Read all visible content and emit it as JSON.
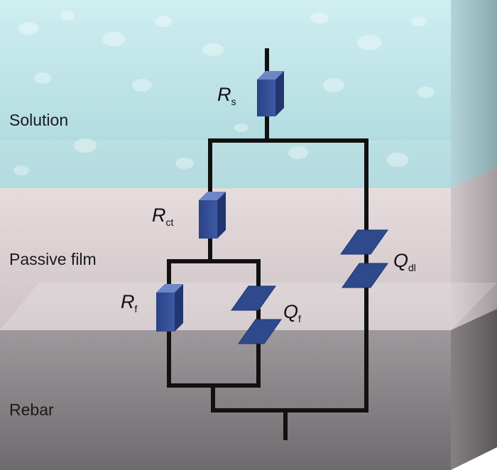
{
  "layers": {
    "solution": "Solution",
    "passive_film": "Passive film",
    "rebar": "Rebar"
  },
  "components": {
    "rs": {
      "symbol": "R",
      "subscript": "s"
    },
    "rct": {
      "symbol": "R",
      "subscript": "ct"
    },
    "rf": {
      "symbol": "R",
      "subscript": "f"
    },
    "qf": {
      "symbol": "Q",
      "subscript": "f"
    },
    "qdl": {
      "symbol": "Q",
      "subscript": "dl"
    }
  },
  "colors": {
    "solution": "#b9dfe3",
    "passive_film": "#d9cfd1",
    "rebar": "#8c878b",
    "component": "#2f4a8c",
    "wire": "#111111"
  }
}
